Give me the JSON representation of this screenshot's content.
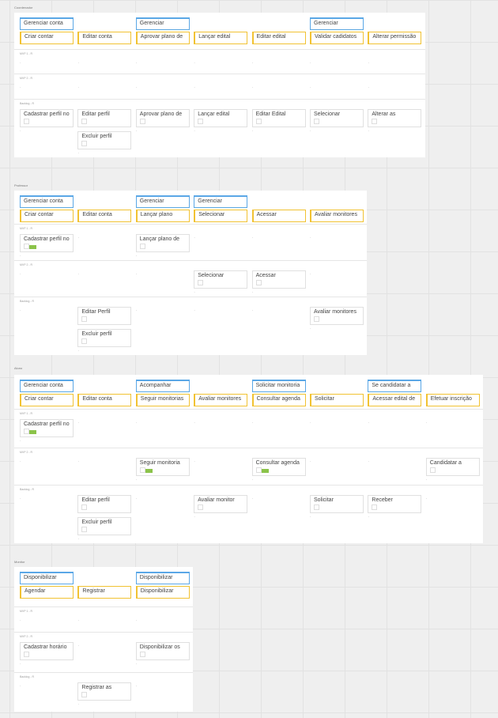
{
  "sections": [
    {
      "name": "Coordenador",
      "activities": [
        "Gerenciar conta",
        "",
        "Gerenciar",
        "",
        "",
        "Gerenciar",
        ""
      ],
      "tasks": [
        "Criar contar",
        "Editar conta",
        "Aprovar plano de",
        "Lançar edital",
        "Editar edital",
        "Validar cadidatos",
        "Alterar permissão"
      ],
      "releases": [
        {
          "label": "MVP 1 - R",
          "cells": [
            [],
            [],
            [],
            [],
            [],
            [],
            []
          ]
        },
        {
          "label": "MVP 2 - R",
          "cells": [
            [],
            [],
            [],
            [],
            [],
            [],
            []
          ]
        },
        {
          "label": "Backlog - R",
          "cells": [
            [
              {
                "text": "Cadastrar perfil no",
                "tag": false
              }
            ],
            [
              {
                "text": "Editar perfil",
                "tag": false
              },
              {
                "text": "Excluir perfil",
                "tag": false
              }
            ],
            [
              {
                "text": "Aprovar plano de",
                "tag": false
              }
            ],
            [
              {
                "text": "Lançar edital",
                "tag": false
              }
            ],
            [
              {
                "text": "Editar Edital",
                "tag": false
              }
            ],
            [
              {
                "text": "Selecionar",
                "tag": false
              }
            ],
            [
              {
                "text": "Alterar as",
                "tag": false
              }
            ]
          ]
        }
      ]
    },
    {
      "name": "Professor",
      "activities": [
        "Gerenciar conta",
        "",
        "Gerenciar",
        "Gerenciar",
        "",
        ""
      ],
      "tasks": [
        "Criar contar",
        "Editar conta",
        "Lançar plano",
        "Selecionar",
        "Acessar",
        "Avaliar monitores"
      ],
      "releases": [
        {
          "label": "MVP 1 - R",
          "cells": [
            [
              {
                "text": "Cadastrar perfil no",
                "tag": true
              }
            ],
            [],
            [
              {
                "text": "Lançar plano de",
                "tag": false
              }
            ],
            [],
            [],
            []
          ]
        },
        {
          "label": "MVP 2 - R",
          "cells": [
            [],
            [],
            [],
            [
              {
                "text": "Selecionar",
                "tag": false
              }
            ],
            [
              {
                "text": "Acessar",
                "tag": false
              }
            ],
            []
          ]
        },
        {
          "label": "Backlog - R",
          "cells": [
            [],
            [
              {
                "text": "Editar Perfil",
                "tag": false
              },
              {
                "text": "Excluir perfil",
                "tag": false
              }
            ],
            [],
            [],
            [],
            [
              {
                "text": "Avaliar monitores",
                "tag": false
              }
            ]
          ]
        }
      ]
    },
    {
      "name": "Aluno",
      "activities": [
        "Gerenciar conta",
        "",
        "Acompanhar",
        "",
        "Solicitar monitoria",
        "",
        "Se candidatar a",
        ""
      ],
      "tasks": [
        "Criar contar",
        "Editar conta",
        "Seguir monitorias",
        "Avaliar monitores",
        "Consultar agenda",
        "Solicitar",
        "Acessar edital de",
        "Efetuar inscrição"
      ],
      "releases": [
        {
          "label": "MVP 1 - R",
          "cells": [
            [
              {
                "text": "Cadastrar perfil no",
                "tag": true
              }
            ],
            [],
            [],
            [],
            [],
            [],
            [],
            []
          ]
        },
        {
          "label": "MVP 2 - R",
          "cells": [
            [],
            [],
            [
              {
                "text": "Seguir monitoria",
                "tag": true
              }
            ],
            [],
            [
              {
                "text": "Consultar agenda",
                "tag": true
              }
            ],
            [],
            [],
            [
              {
                "text": "Candidatar a",
                "tag": false
              }
            ]
          ]
        },
        {
          "label": "Backlog - R",
          "cells": [
            [],
            [
              {
                "text": "Editar perfil",
                "tag": false
              },
              {
                "text": "Excluir perfil",
                "tag": false
              }
            ],
            [],
            [
              {
                "text": "Avaliar monitor",
                "tag": false
              }
            ],
            [],
            [
              {
                "text": "Solicitar",
                "tag": false
              }
            ],
            [
              {
                "text": "Receber",
                "tag": false
              }
            ],
            []
          ]
        }
      ]
    },
    {
      "name": "Monitor",
      "activities": [
        "Disponibilizar",
        "",
        "Disponibilizar"
      ],
      "tasks": [
        "Agendar",
        "Registrar",
        "Disponibilizar"
      ],
      "releases": [
        {
          "label": "MVP 1 - R",
          "cells": [
            [],
            [],
            []
          ]
        },
        {
          "label": "MVP 2 - R",
          "cells": [
            [
              {
                "text": "Cadastrar horário",
                "tag": false
              }
            ],
            [],
            [
              {
                "text": "Disponibilizar os",
                "tag": false
              }
            ]
          ]
        },
        {
          "label": "Backlog - R",
          "cells": [
            [],
            [
              {
                "text": "Registrar as",
                "tag": false
              }
            ],
            []
          ]
        }
      ]
    }
  ]
}
